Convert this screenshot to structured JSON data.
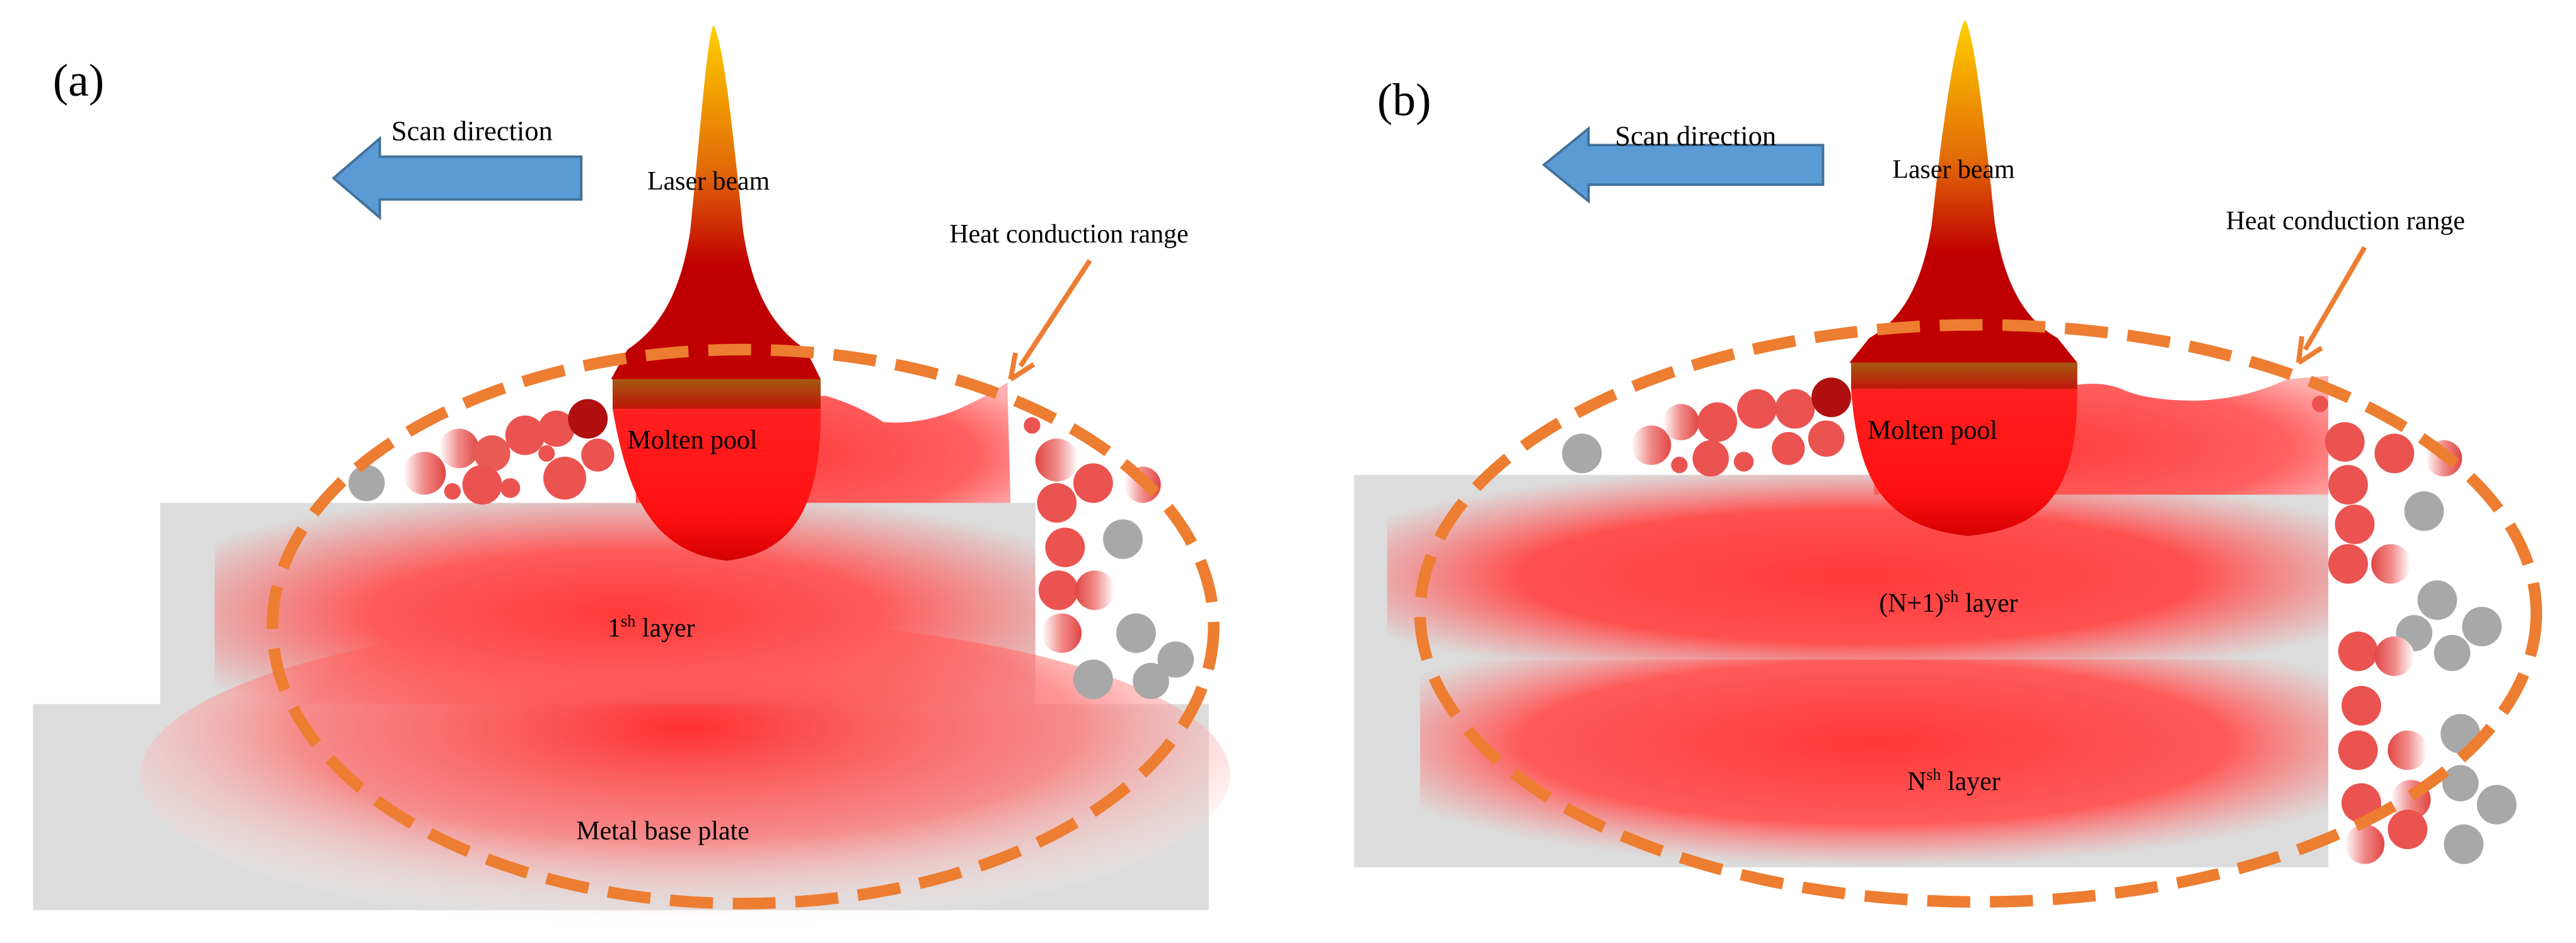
{
  "colors": {
    "background": "#ffffff",
    "plate_gray": "#dcdcdc",
    "powder_gray": "#a8a8a8",
    "powder_red": "#ea5350",
    "melt_red": "#ff4040",
    "arrow_blue": "#5a9bd5",
    "heat_orange": "#ed7d31",
    "laser_top": "#ffc000",
    "laser_mid": "#e36c09",
    "laser_base": "#c00000",
    "pool_red": "#ff1a1a",
    "dark_particle": "#b01010"
  },
  "icons": {
    "scan_arrow": "left-arrow-icon",
    "heat_arrow": "pointer-arrow-icon"
  },
  "panel_a": {
    "tag": "(a)",
    "scan_direction": "Scan direction",
    "laser_beam": "Laser beam",
    "heat_conduction": "Heat conduction range",
    "molten_pool": "Molten pool",
    "layer_main": "1",
    "layer_main_sup": "sh",
    "layer_main_suffix": " layer",
    "base_plate": "Metal base plate"
  },
  "panel_b": {
    "tag": "(b)",
    "scan_direction": "Scan direction",
    "laser_beam": "Laser beam",
    "heat_conduction": "Heat conduction range",
    "molten_pool": "Molten pool",
    "layer_top": "(N+1)",
    "layer_top_sup": "sh",
    "layer_top_suffix": " layer",
    "layer_bottom": "N",
    "layer_bottom_sup": "sh",
    "layer_bottom_suffix": " layer"
  }
}
